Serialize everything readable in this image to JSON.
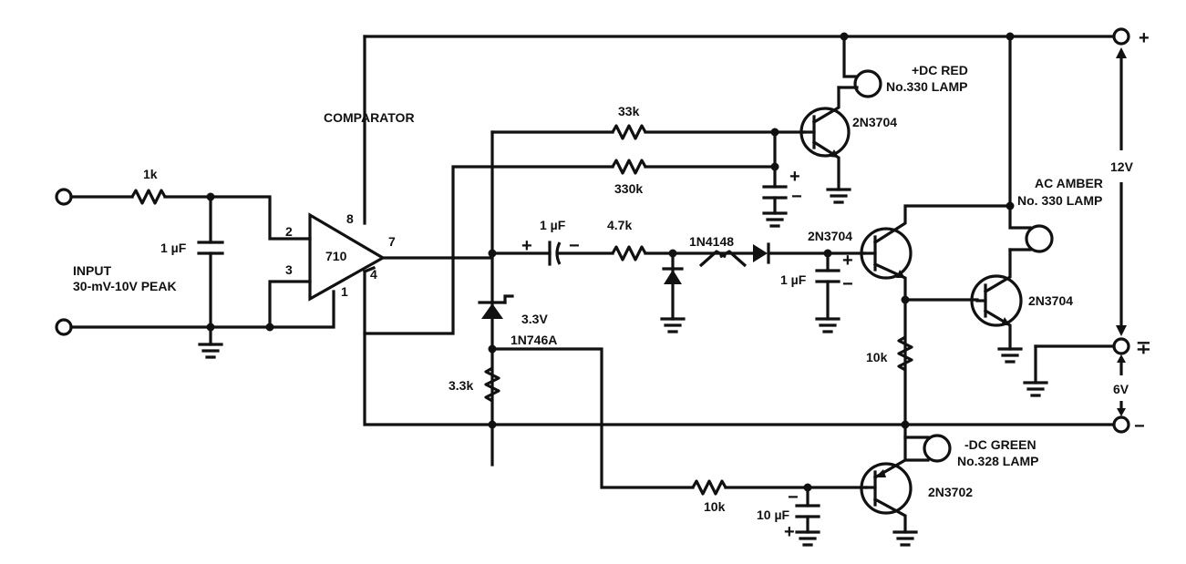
{
  "labels": {
    "comparator": "COMPARATOR",
    "opamp": "710",
    "pin2": "2",
    "pin3": "3",
    "pin8": "8",
    "pin4": "4",
    "pin1": "1",
    "pin7": "7",
    "r_input": "1k",
    "c_input": "1 µF",
    "input_line1": "INPUT",
    "input_line2": "30-mV-10V PEAK",
    "r_33k": "33k",
    "r_330k": "330k",
    "c_1uf_a": "1 µF",
    "r_4k7": "4.7k",
    "diode_1n4148": "1N4148",
    "c_1uf_b": "1 µF",
    "zener_v": "3.3V",
    "zener_part": "1N746A",
    "r_3k3": "3.3k",
    "r_10k_mid": "10k",
    "r_10k_bot": "10k",
    "c_10uf": "10 µF",
    "q_red": "2N3704",
    "q_amber_in": "2N3704",
    "q_amber_out": "2N3704",
    "q_green": "2N3702",
    "lamp_red_1": "+DC RED",
    "lamp_red_2": "No.330 LAMP",
    "lamp_amber_1": "AC AMBER",
    "lamp_amber_2": "No. 330 LAMP",
    "lamp_green_1": "-DC GREEN",
    "lamp_green_2": "No.328 LAMP",
    "supply_12v": "12V",
    "supply_6v": "6V",
    "term_plus": "+",
    "term_plusminus": "∓",
    "term_minus": "−",
    "pol_plus": "+",
    "pol_minus": "−"
  }
}
